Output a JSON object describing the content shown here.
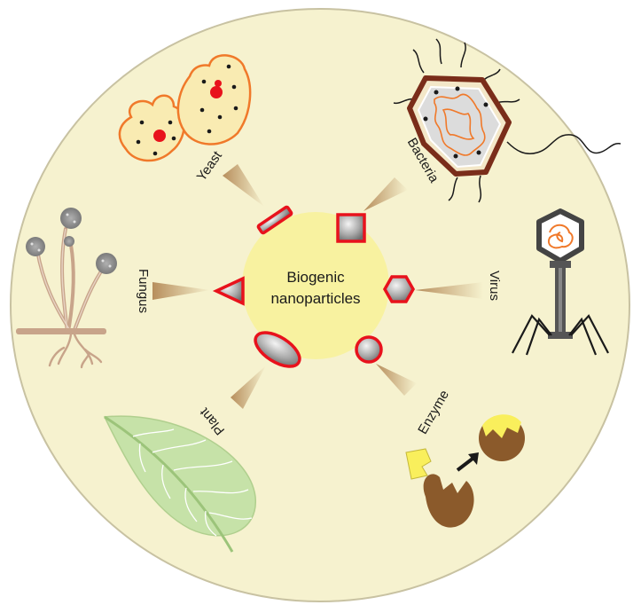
{
  "center": {
    "line1": "Biogenic",
    "line2": "nanoparticles"
  },
  "sources": {
    "yeast": "Yeast",
    "bacteria": "Bacteria",
    "fungus": "Fungus",
    "virus": "Virus",
    "plant": "Plant",
    "enzyme": "Enzyme"
  },
  "colors": {
    "outer_circle": "#f6f2cf",
    "center_circle": "#f8f2a0",
    "particle_outline": "#e8121c",
    "cone": "#c9a47a"
  }
}
